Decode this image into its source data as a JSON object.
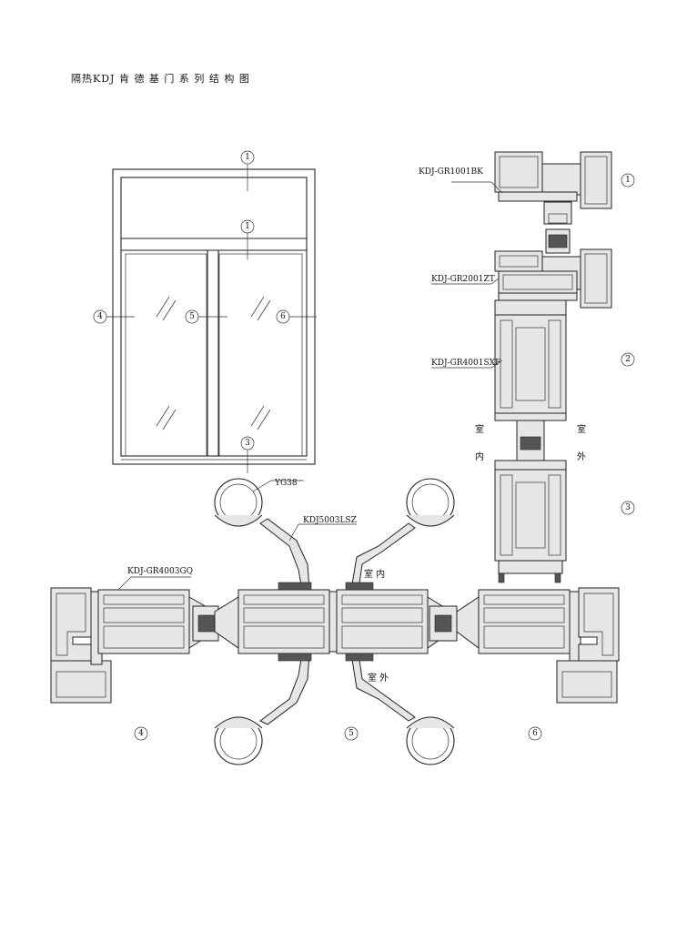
{
  "title": "隔热KDJ 肯 德 基 门 系 列 结 构 图",
  "callouts": {
    "c1_top": "1",
    "c1_mid": "1",
    "c3": "3",
    "c4": "4",
    "c5": "5",
    "c6": "6",
    "r1": "1",
    "r2": "2",
    "r3": "3",
    "b4": "4",
    "b5": "5",
    "b6": "6"
  },
  "labels": {
    "kdj_gr1001bk": "KDJ-GR1001BK",
    "kdj_gr2001zt": "KDJ-GR2001ZT",
    "kdj_gr4001sxf": "KDJ-GR4001SXF",
    "yg38": "YG38",
    "kdj5003lsz": "KDJ5003LSZ",
    "kdj_gr4003gq": "KDJ-GR4003GQ",
    "indoor_top": "室 内",
    "outdoor_bottom": "室 外",
    "indoor_v1": "室",
    "indoor_v2": "内",
    "outdoor_v1": "室",
    "outdoor_v2": "外"
  }
}
